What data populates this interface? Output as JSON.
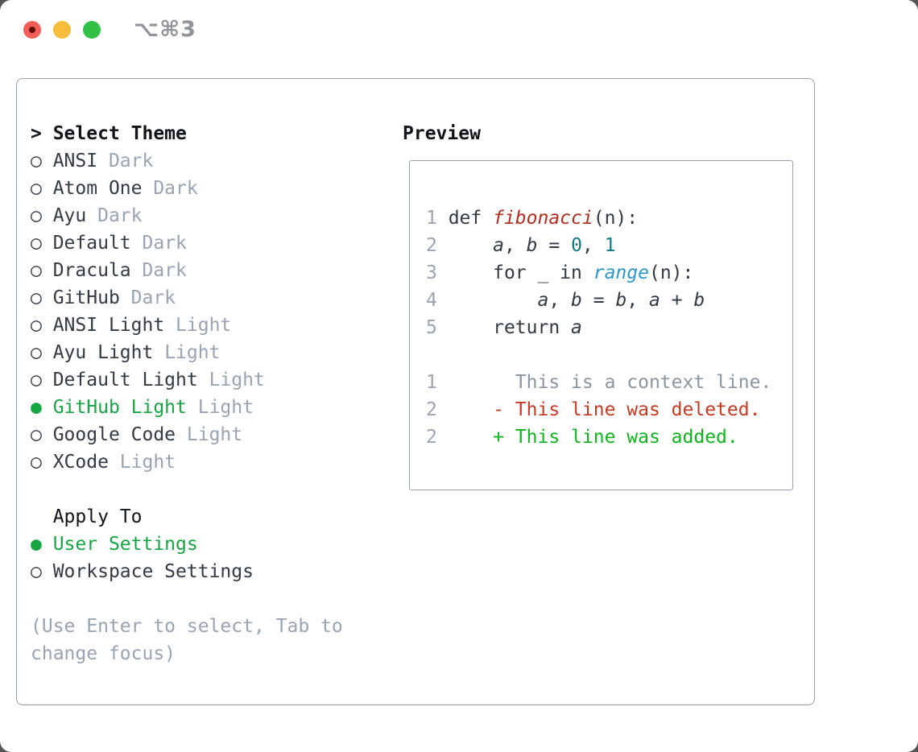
{
  "palette": {
    "header_text": "#101418",
    "text": "#333a43",
    "muted": "#99a3b1",
    "selected_green": "#16a543",
    "code": "#333940",
    "func": "#b22d1f",
    "number": "#0d7a85",
    "builtin": "#2a99cf",
    "lineno": "#9aa4b2",
    "context": "#8b95a0",
    "deleted": "#c93a22",
    "added": "#10b41e",
    "border": "#98a0ab",
    "traffic_red": "#f35f57",
    "traffic_red_dot": "#5f0e07",
    "traffic_yellow": "#f6bd3a",
    "traffic_green": "#32c146",
    "shortcut_gray": "#909399"
  },
  "icons": {
    "radio_unselected": "○",
    "radio_selected": "●",
    "prompt": ">"
  },
  "titlebar": {
    "shortcut": "⌥⌘3"
  },
  "left": {
    "header": {
      "prompt": ">",
      "title": "Select Theme"
    },
    "themes": [
      {
        "name": "ANSI",
        "variant": "Dark",
        "selected": false
      },
      {
        "name": "Atom One",
        "variant": "Dark",
        "selected": false
      },
      {
        "name": "Ayu",
        "variant": "Dark",
        "selected": false
      },
      {
        "name": "Default",
        "variant": "Dark",
        "selected": false
      },
      {
        "name": "Dracula",
        "variant": "Dark",
        "selected": false
      },
      {
        "name": "GitHub",
        "variant": "Dark",
        "selected": false
      },
      {
        "name": "ANSI Light",
        "variant": "Light",
        "selected": false
      },
      {
        "name": "Ayu Light",
        "variant": "Light",
        "selected": false
      },
      {
        "name": "Default Light",
        "variant": "Light",
        "selected": false
      },
      {
        "name": "GitHub Light",
        "variant": "Light",
        "selected": true
      },
      {
        "name": "Google Code",
        "variant": "Light",
        "selected": false
      },
      {
        "name": "XCode",
        "variant": "Light",
        "selected": false
      }
    ],
    "apply": {
      "title": "Apply To",
      "options": [
        {
          "label": "User Settings",
          "selected": true
        },
        {
          "label": "Workspace Settings",
          "selected": false
        }
      ]
    },
    "hint": "(Use Enter to select, Tab to change focus)"
  },
  "preview": {
    "title": "Preview",
    "lines": [
      {
        "num": "1",
        "tokens": [
          {
            "text": "def ",
            "color": "code"
          },
          {
            "text": "fibonacci",
            "color": "func",
            "italic": true
          },
          {
            "text": "(n):",
            "color": "code"
          }
        ]
      },
      {
        "num": "2",
        "tokens": [
          {
            "text": "    ",
            "color": "code"
          },
          {
            "text": "a",
            "color": "code",
            "italic": true
          },
          {
            "text": ", ",
            "color": "code"
          },
          {
            "text": "b",
            "color": "code",
            "italic": true
          },
          {
            "text": " = ",
            "color": "code"
          },
          {
            "text": "0",
            "color": "number"
          },
          {
            "text": ", ",
            "color": "code"
          },
          {
            "text": "1",
            "color": "number"
          }
        ]
      },
      {
        "num": "3",
        "tokens": [
          {
            "text": "    for _ in ",
            "color": "code"
          },
          {
            "text": "range",
            "color": "builtin",
            "italic": true
          },
          {
            "text": "(n):",
            "color": "code"
          }
        ]
      },
      {
        "num": "4",
        "tokens": [
          {
            "text": "        ",
            "color": "code"
          },
          {
            "text": "a",
            "color": "code",
            "italic": true
          },
          {
            "text": ", ",
            "color": "code"
          },
          {
            "text": "b",
            "color": "code",
            "italic": true
          },
          {
            "text": " = ",
            "color": "code"
          },
          {
            "text": "b",
            "color": "code",
            "italic": true
          },
          {
            "text": ", ",
            "color": "code"
          },
          {
            "text": "a",
            "color": "code",
            "italic": true
          },
          {
            "text": " + ",
            "color": "code"
          },
          {
            "text": "b",
            "color": "code",
            "italic": true
          }
        ]
      },
      {
        "num": "5",
        "tokens": [
          {
            "text": "    return ",
            "color": "code"
          },
          {
            "text": "a",
            "color": "code",
            "italic": true
          }
        ]
      },
      {
        "num": "",
        "tokens": []
      },
      {
        "num": "1",
        "tokens": [
          {
            "text": "      ",
            "color": "context"
          },
          {
            "text": "This is a context line.",
            "color": "context"
          }
        ]
      },
      {
        "num": "2",
        "tokens": [
          {
            "text": "    ",
            "color": "code"
          },
          {
            "text": "- This line was deleted.",
            "color": "deleted"
          }
        ]
      },
      {
        "num": "2",
        "tokens": [
          {
            "text": "    ",
            "color": "code"
          },
          {
            "text": "+ This line was added.",
            "color": "added"
          }
        ]
      }
    ]
  }
}
